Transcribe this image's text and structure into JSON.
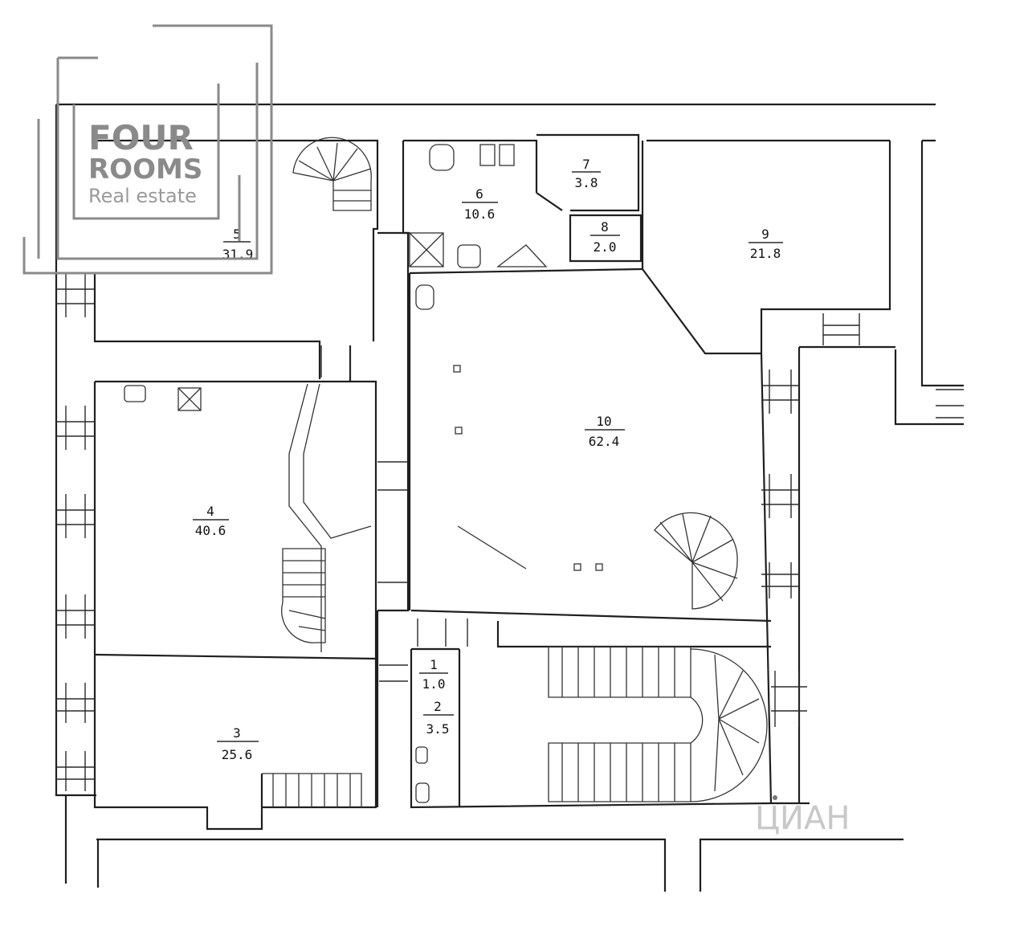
{
  "logo": {
    "line1": "FOUR",
    "line2": "ROOMS",
    "line3": "Real estate"
  },
  "watermark": "ЦИАН",
  "rooms": [
    {
      "number": "1",
      "area": "1.0"
    },
    {
      "number": "2",
      "area": "3.5"
    },
    {
      "number": "3",
      "area": "25.6"
    },
    {
      "number": "4",
      "area": "40.6"
    },
    {
      "number": "5",
      "area": "31.9"
    },
    {
      "number": "6",
      "area": "10.6"
    },
    {
      "number": "7",
      "area": "3.8"
    },
    {
      "number": "8",
      "area": "2.0"
    },
    {
      "number": "9",
      "area": "21.8"
    },
    {
      "number": "10",
      "area": "62.4"
    }
  ]
}
